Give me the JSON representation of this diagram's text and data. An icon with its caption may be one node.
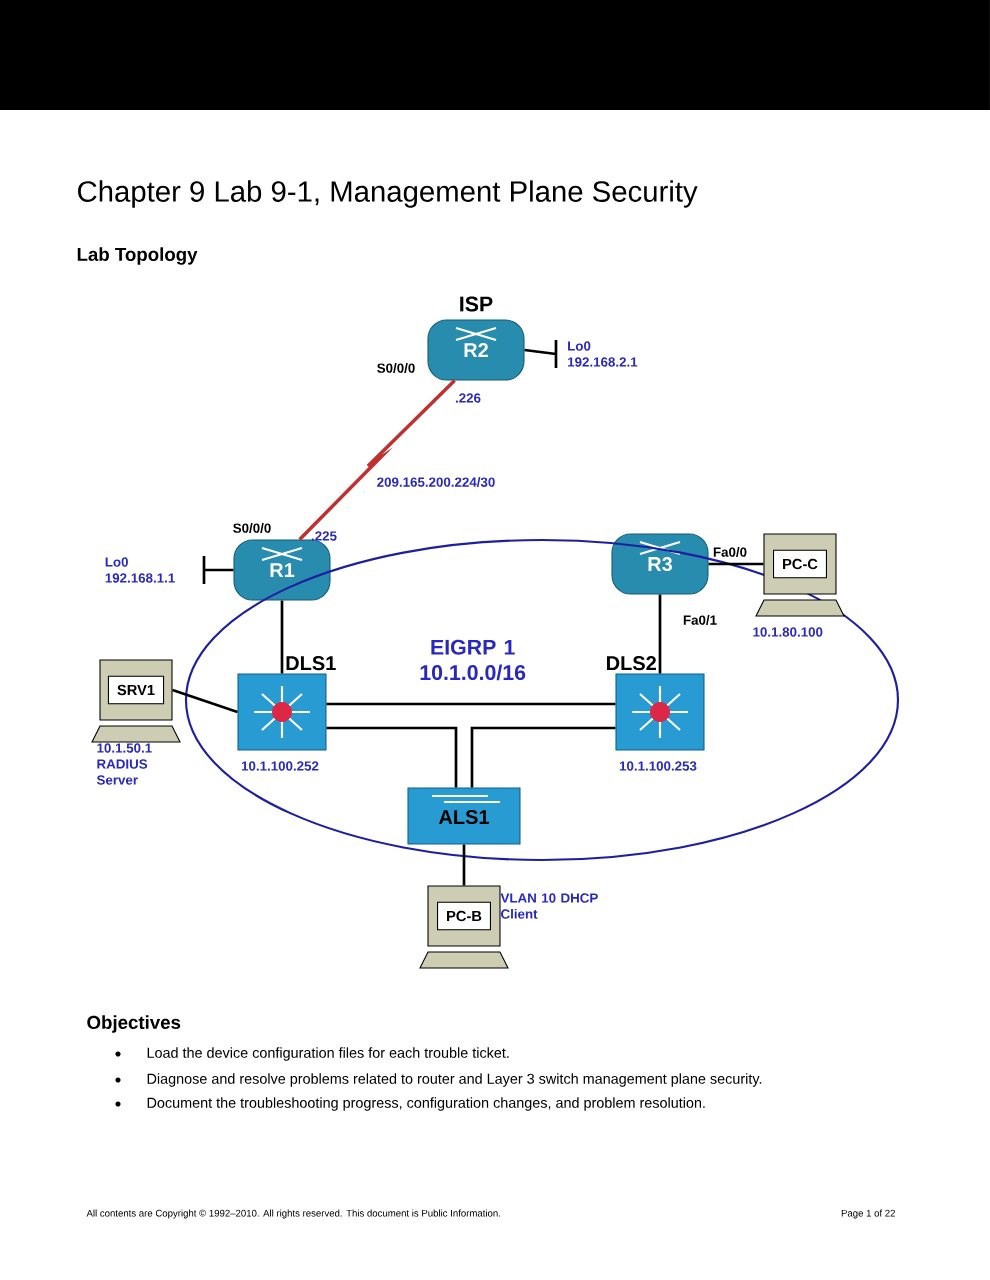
{
  "diagram": {
    "title": "Chapter 9 Lab 9-1, Management Plane Security",
    "nodes": [
      {
        "text": [
          "R2"
        ],
        "beside": [
          "ISP",
          "S0/0/0",
          ".226"
        ]
      },
      {
        "text": [
          "R1"
        ],
        "beside": [
          "S0/0/0",
          ".225"
        ]
      },
      {
        "text": [
          "R3"
        ],
        "beside": [
          "Fa0/0",
          "Fa0/1"
        ]
      },
      {
        "text": [
          "EIGRP 1 10.1.0.0/16"
        ]
      },
      {
        "text": [
          "DLS1"
        ],
        "beside": [
          "10.1.100.252"
        ],
        "in": 3
      },
      {
        "text": [
          "DLS2"
        ],
        "beside": [
          "10.1.100.253"
        ],
        "in": 3
      },
      {
        "text": [
          "ALS1"
        ],
        "in": 3
      },
      {
        "text": [
          "SRV1"
        ],
        "beside": [
          "10.1.50.1 RADIUS Server"
        ]
      },
      {
        "text": [
          "PC-C"
        ],
        "beside": [
          "10.1.80.100"
        ]
      },
      {
        "text": [
          "PC-B"
        ],
        "beside": [
          "VLAN 10 DHCP Client"
        ]
      },
      {
        "text": [
          "Lo0 192.168.2.1"
        ]
      },
      {
        "text": [
          "Lo0 192.168.1.1"
        ]
      }
    ],
    "edges": [
      {
        "from": 1,
        "to": 0,
        "arrow": "none",
        "label": "209.165.200.224/30",
        "color": "#c03030"
      },
      {
        "from": 0,
        "to": 10,
        "arrow": "none"
      },
      {
        "from": 1,
        "to": 11,
        "arrow": "none"
      },
      {
        "from": 1,
        "to": 4,
        "arrow": "none"
      },
      {
        "from": 7,
        "to": 4,
        "arrow": "none"
      },
      {
        "from": 4,
        "to": 5,
        "arrow": "none"
      },
      {
        "from": 4,
        "to": 6,
        "arrow": "none"
      },
      {
        "from": 5,
        "to": 6,
        "arrow": "none"
      },
      {
        "from": 2,
        "to": 5,
        "arrow": "none"
      },
      {
        "from": 2,
        "to": 8,
        "arrow": "none"
      },
      {
        "from": 6,
        "to": 9,
        "arrow": "none"
      }
    ],
    "labels": [
      "Lab Topology",
      "Objectives",
      "Load the device configuration files for each trouble ticket.",
      "Diagnose and resolve problems related to router and Layer 3 switch management plane security.",
      "Document the troubleshooting progress, configuration changes, and problem resolution.",
      "All contents are Copyright © 1992–2010. All rights reserved. This document is Public Information.",
      "Page 1 of 22"
    ]
  }
}
